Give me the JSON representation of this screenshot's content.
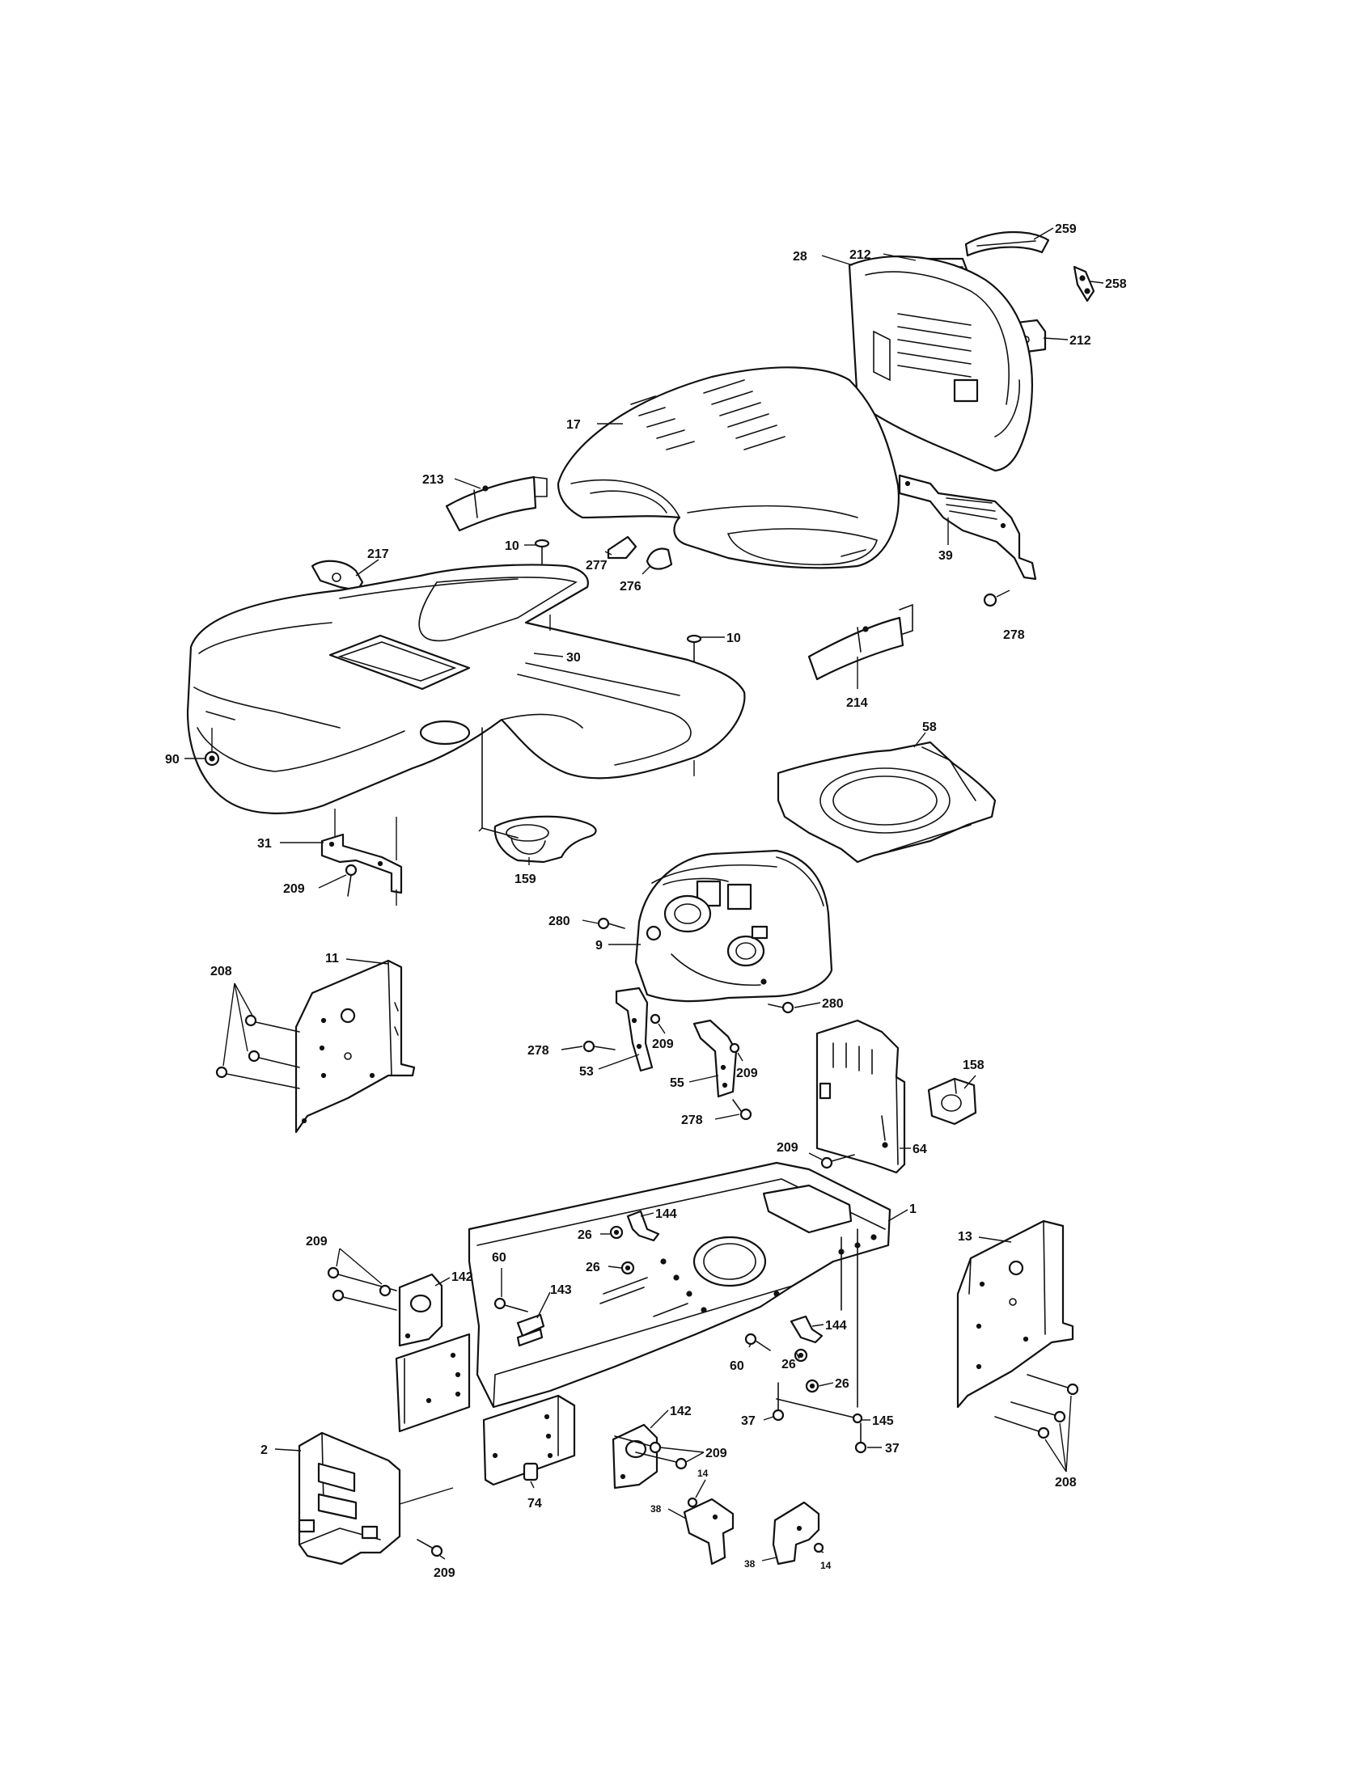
{
  "diagram": {
    "callouts": [
      "259",
      "212",
      "28",
      "258",
      "212",
      "17",
      "213",
      "39",
      "10",
      "277",
      "276",
      "217",
      "278",
      "10",
      "30",
      "214",
      "58",
      "90",
      "31",
      "209",
      "159",
      "280",
      "9",
      "208",
      "11",
      "280",
      "278",
      "209",
      "53",
      "209",
      "55",
      "158",
      "278",
      "209",
      "64",
      "144",
      "1",
      "209",
      "26",
      "13",
      "26",
      "142",
      "60",
      "143",
      "144",
      "60",
      "26",
      "26",
      "142",
      "37",
      "145",
      "209",
      "37",
      "2",
      "14",
      "38",
      "14",
      "38",
      "74",
      "209",
      "208"
    ],
    "colors": {
      "ink": "#111111",
      "paper": "#ffffff"
    }
  }
}
